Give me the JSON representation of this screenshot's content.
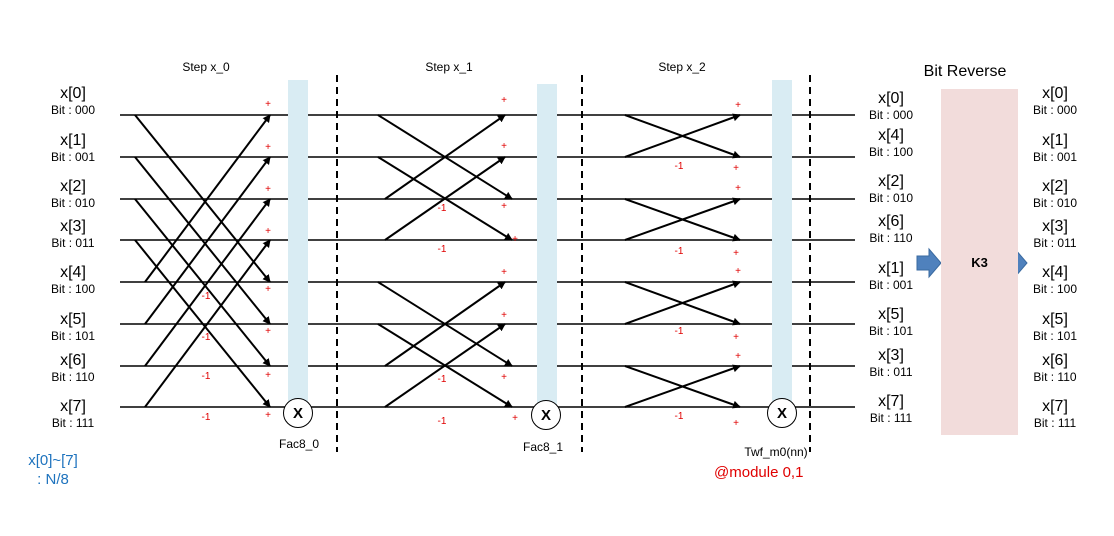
{
  "steps": [
    "Step x_0",
    "Step x_1",
    "Step x_2"
  ],
  "bit_reverse_title": "Bit Reverse",
  "bit_reverse_block": "K3",
  "multiplier_symbol": "X",
  "factor_labels": [
    "Fac8_0",
    "Fac8_1",
    "Twf_m0(nn)"
  ],
  "module_note": "@module 0,1",
  "range_note": [
    "x[0]~[7]",
    ": N/8"
  ],
  "input_labels": [
    {
      "name": "x[0]",
      "bit": "Bit : 000"
    },
    {
      "name": "x[1]",
      "bit": "Bit : 001"
    },
    {
      "name": "x[2]",
      "bit": "Bit : 010"
    },
    {
      "name": "x[3]",
      "bit": "Bit : 011"
    },
    {
      "name": "x[4]",
      "bit": "Bit : 100"
    },
    {
      "name": "x[5]",
      "bit": "Bit : 101"
    },
    {
      "name": "x[6]",
      "bit": "Bit : 110"
    },
    {
      "name": "x[7]",
      "bit": "Bit : 111"
    }
  ],
  "stage_output_labels": [
    {
      "name": "x[0]",
      "bit": "Bit : 000"
    },
    {
      "name": "x[4]",
      "bit": "Bit : 100"
    },
    {
      "name": "x[2]",
      "bit": "Bit : 010"
    },
    {
      "name": "x[6]",
      "bit": "Bit : 110"
    },
    {
      "name": "x[1]",
      "bit": "Bit : 001"
    },
    {
      "name": "x[5]",
      "bit": "Bit : 101"
    },
    {
      "name": "x[3]",
      "bit": "Bit : 011"
    },
    {
      "name": "x[7]",
      "bit": "Bit : 111"
    }
  ],
  "final_labels": [
    {
      "name": "x[0]",
      "bit": "Bit : 000"
    },
    {
      "name": "x[1]",
      "bit": "Bit : 001"
    },
    {
      "name": "x[2]",
      "bit": "Bit : 010"
    },
    {
      "name": "x[3]",
      "bit": "Bit : 011"
    },
    {
      "name": "x[4]",
      "bit": "Bit : 100"
    },
    {
      "name": "x[5]",
      "bit": "Bit : 101"
    },
    {
      "name": "x[6]",
      "bit": "Bit : 110"
    },
    {
      "name": "x[7]",
      "bit": "Bit : 111"
    }
  ],
  "plus_sign": "+",
  "minus_sign": "-1",
  "colors": {
    "band": "#d9ecf3",
    "bit_reverse_box": "#f2dcdb",
    "arrow": "#4f81bd",
    "sign": "#e00000",
    "note_blue": "#1e73be"
  }
}
